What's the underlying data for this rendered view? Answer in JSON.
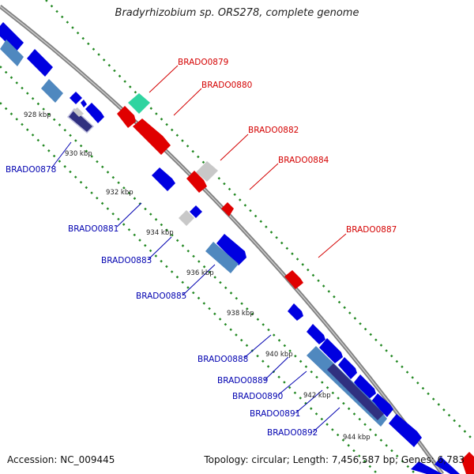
{
  "title": "Bradyrhizobium sp. ORS278, complete genome",
  "accession": "Accession: NC_009445",
  "topology": "Topology: circular; Length: 7,456,587 bp; Genes: 6,783",
  "colors": {
    "forward_gene": "#e00000",
    "reverse_gene": "#0000e0",
    "reverse_rna": "#4f88bf",
    "pseudo_gene": "#c8c8c8",
    "selected_gene": "#30d4a0",
    "backbone": "#8a8a8a",
    "tick": "#228822",
    "forward_label": "#d40000",
    "reverse_label": "#0000b0"
  },
  "kbp_labels": [
    "928 kbp",
    "930 kbp",
    "932 kbp",
    "934 kbp",
    "936 kbp",
    "938 kbp",
    "940 kbp",
    "942 kbp",
    "944 kbp"
  ],
  "forward_genes": [
    "BRADO0879",
    "BRADO0880",
    "BRADO0882",
    "BRADO0884",
    "BRADO0887"
  ],
  "reverse_genes": [
    "BRADO0878",
    "BRADO0881",
    "BRADO0883",
    "BRADO0885",
    "BRADO0888",
    "BRADO0889",
    "BRADO0890",
    "BRADO0891",
    "BRADO0892"
  ]
}
